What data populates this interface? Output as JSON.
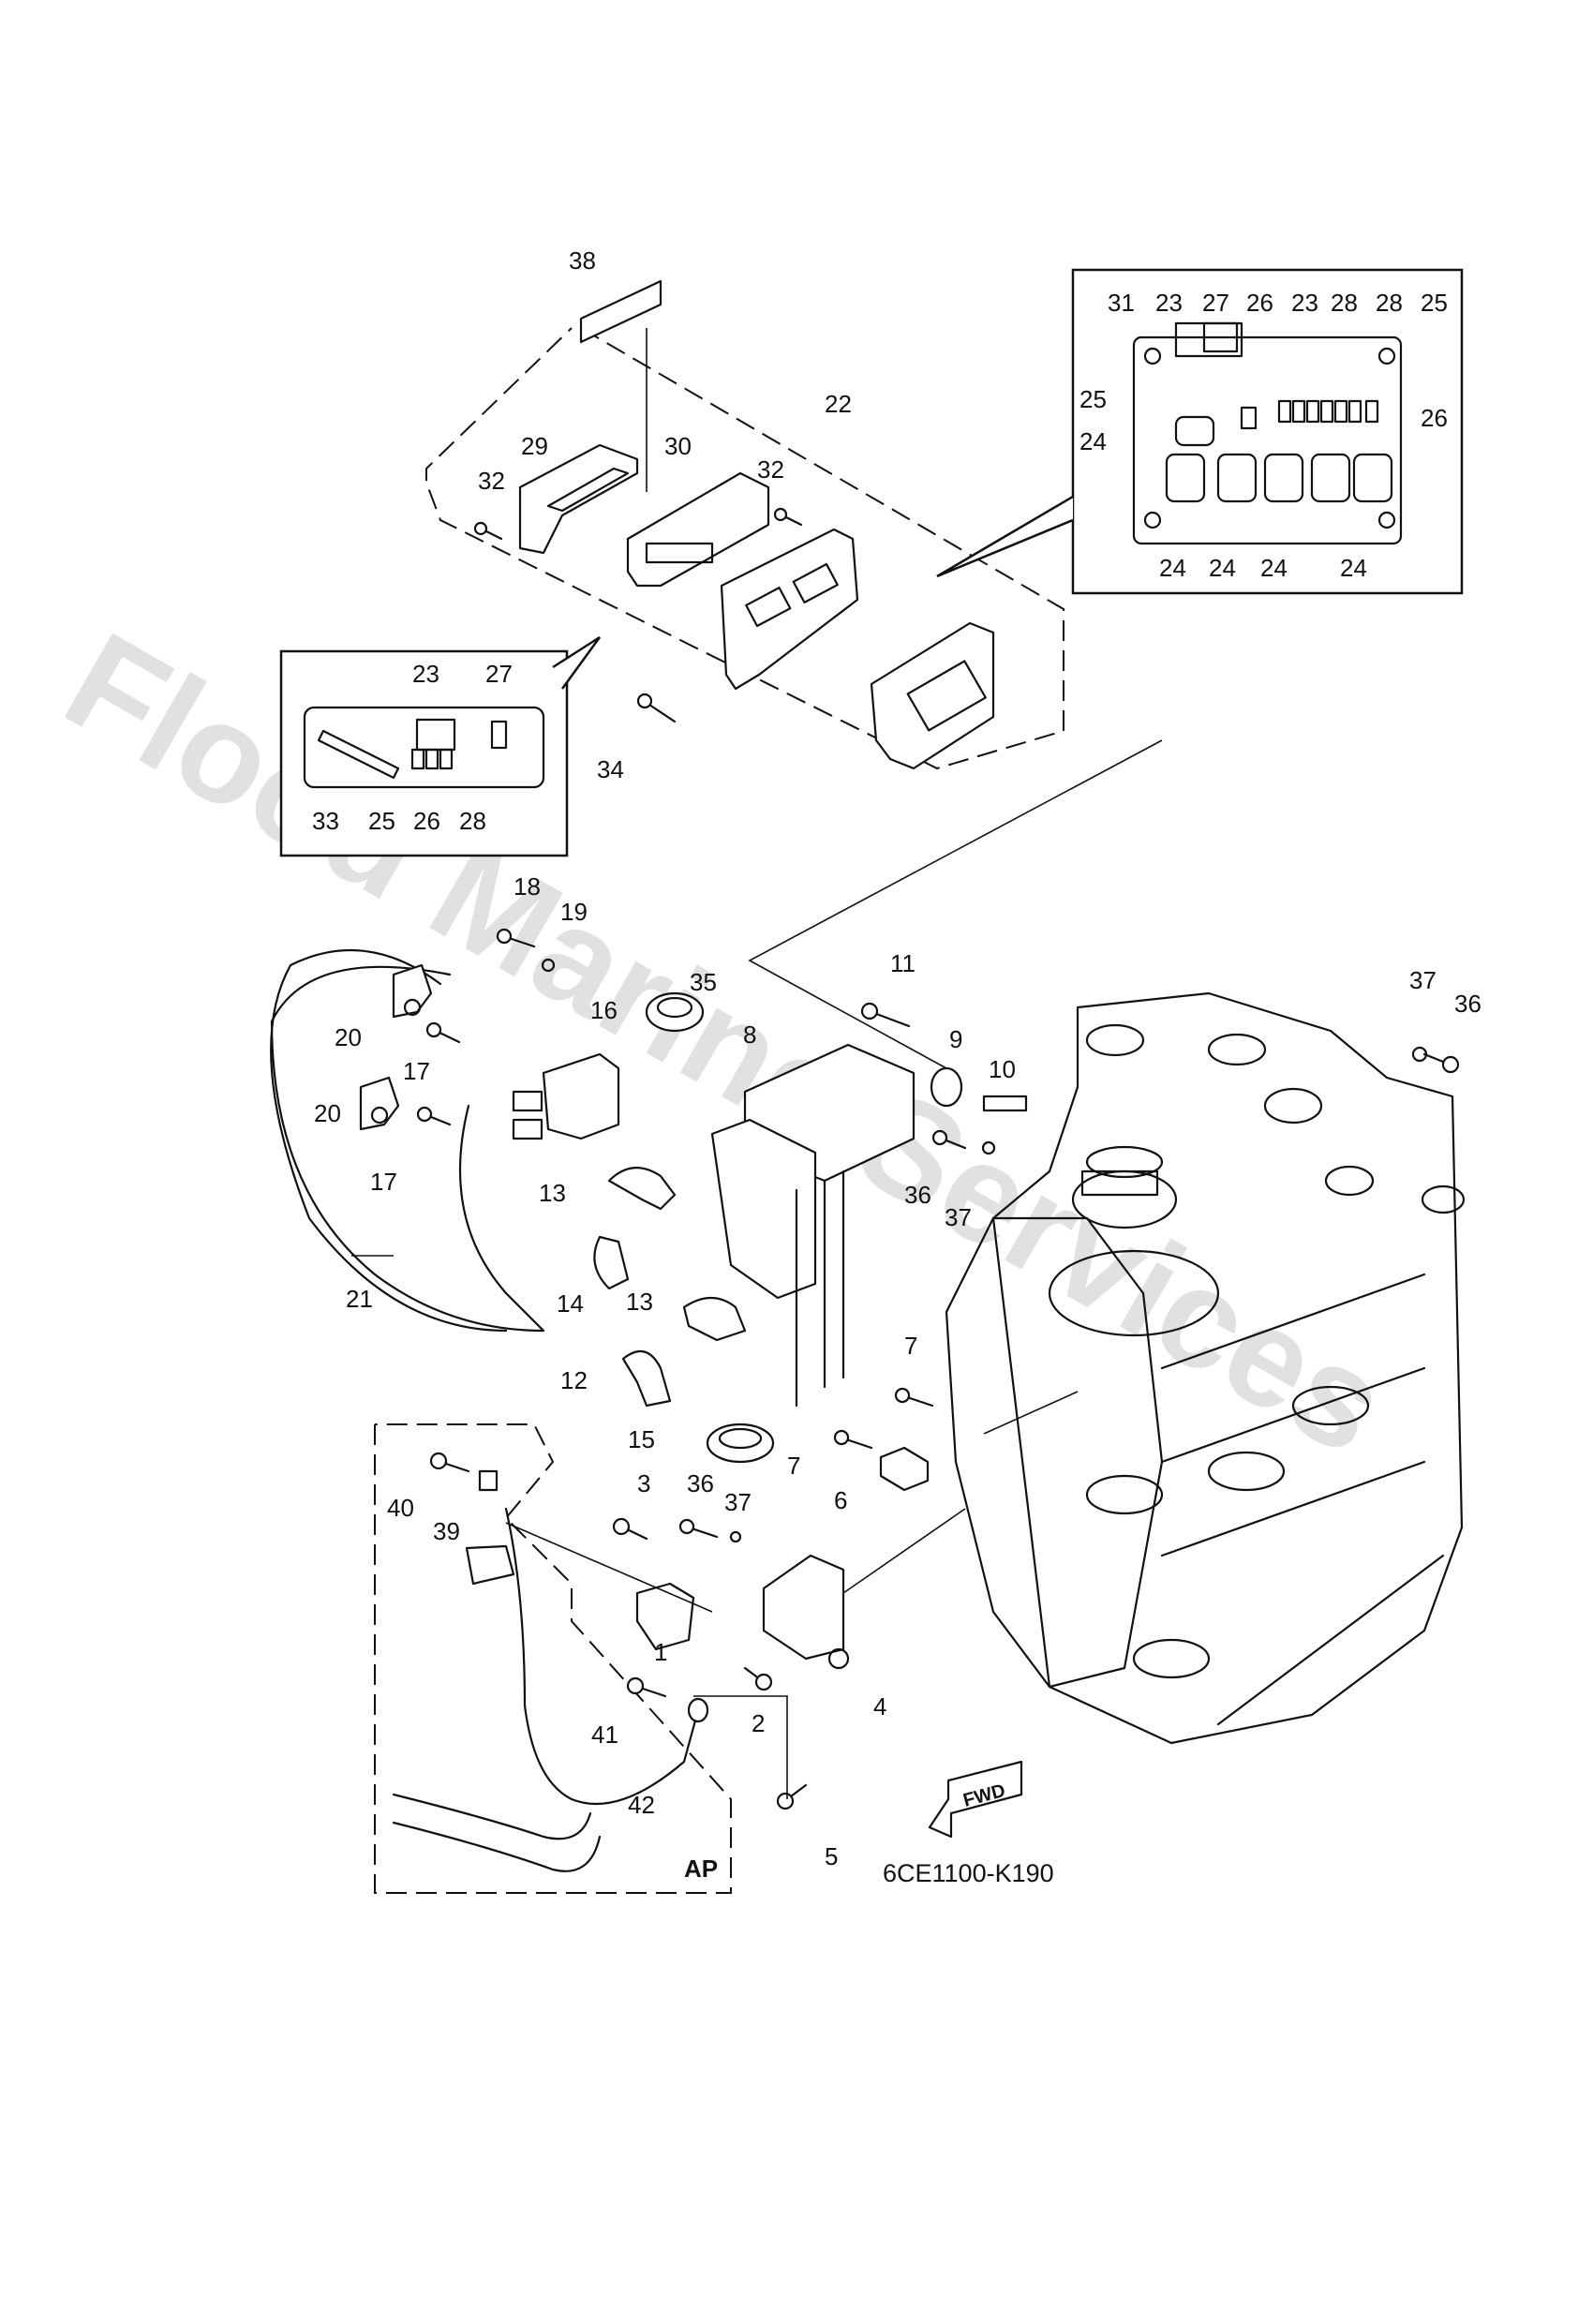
{
  "watermark": "Flood Marine Services",
  "drawing_code": "6CE1100-K190",
  "fwd_label": "FWD",
  "ap_label": "AP",
  "callouts": {
    "c38": "38",
    "c22": "22",
    "c29": "29",
    "c30": "30",
    "c32a": "32",
    "c32b": "32",
    "c34": "34",
    "i31": "31",
    "i23a": "23",
    "i27": "27",
    "i26a": "26",
    "i23b": "23",
    "i28a": "28",
    "i28b": "28",
    "i25a": "25",
    "i25b": "25",
    "i26b": "26",
    "i24a": "24",
    "i24b": "24",
    "i24c": "24",
    "i24d": "24",
    "i24e": "24",
    "j23": "23",
    "j27": "27",
    "j33": "33",
    "j25": "25",
    "j26": "26",
    "j28": "28",
    "c18": "18",
    "c19": "19",
    "c20a": "20",
    "c20b": "20",
    "c17a": "17",
    "c17b": "17",
    "c16": "16",
    "c21": "21",
    "c35": "35",
    "c8": "8",
    "c11": "11",
    "c9": "9",
    "c10": "10",
    "c36a": "36",
    "c37a": "37",
    "c13a": "13",
    "c13b": "13",
    "c14": "14",
    "c12": "12",
    "c15": "15",
    "c37b": "37",
    "c36b": "36",
    "c7a": "7",
    "c7b": "7",
    "c6": "6",
    "c40": "40",
    "c39": "39",
    "c3": "3",
    "c36c": "36",
    "c37c": "37",
    "c1": "1",
    "c2": "2",
    "c4": "4",
    "c41": "41",
    "c42": "42",
    "c5": "5"
  }
}
